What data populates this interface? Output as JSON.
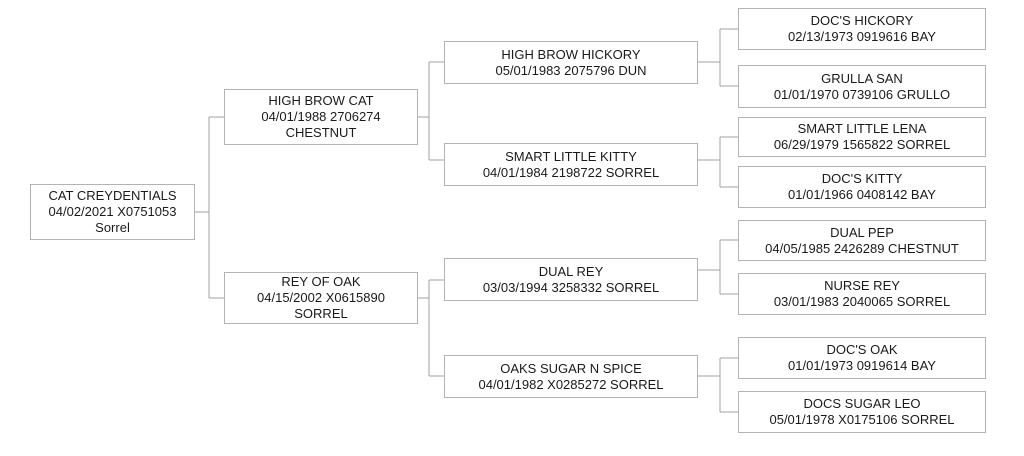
{
  "pedigree": {
    "subject": {
      "name": "CAT CREYDENTIALS",
      "info": "04/02/2021 X0751053",
      "color": "Sorrel"
    },
    "sire": {
      "name": "HIGH BROW CAT",
      "info": "04/01/1988 2706274",
      "color": "CHESTNUT"
    },
    "dam": {
      "name": "REY OF OAK",
      "info": "04/15/2002 X0615890",
      "color": "SORREL"
    },
    "sire_sire": {
      "name": "HIGH BROW HICKORY",
      "info": "05/01/1983 2075796 DUN"
    },
    "sire_dam": {
      "name": "SMART LITTLE KITTY",
      "info": "04/01/1984 2198722 SORREL"
    },
    "dam_sire": {
      "name": "DUAL REY",
      "info": "03/03/1994 3258332 SORREL"
    },
    "dam_dam": {
      "name": "OAKS SUGAR N SPICE",
      "info": "04/01/1982 X0285272 SORREL"
    },
    "sire_sire_sire": {
      "name": "DOC'S HICKORY",
      "info": "02/13/1973 0919616 BAY"
    },
    "sire_sire_dam": {
      "name": "GRULLA SAN",
      "info": "01/01/1970 0739106 GRULLO"
    },
    "sire_dam_sire": {
      "name": "SMART LITTLE LENA",
      "info": "06/29/1979 1565822 SORREL"
    },
    "sire_dam_dam": {
      "name": "DOC'S KITTY",
      "info": "01/01/1966 0408142 BAY"
    },
    "dam_sire_sire": {
      "name": "DUAL PEP",
      "info": "04/05/1985 2426289 CHESTNUT"
    },
    "dam_sire_dam": {
      "name": "NURSE REY",
      "info": "03/01/1983 2040065 SORREL"
    },
    "dam_dam_sire": {
      "name": "DOC'S OAK",
      "info": "01/01/1973 0919614 BAY"
    },
    "dam_dam_dam": {
      "name": "DOCS SUGAR LEO",
      "info": "05/01/1978 X0175106 SORREL"
    }
  }
}
